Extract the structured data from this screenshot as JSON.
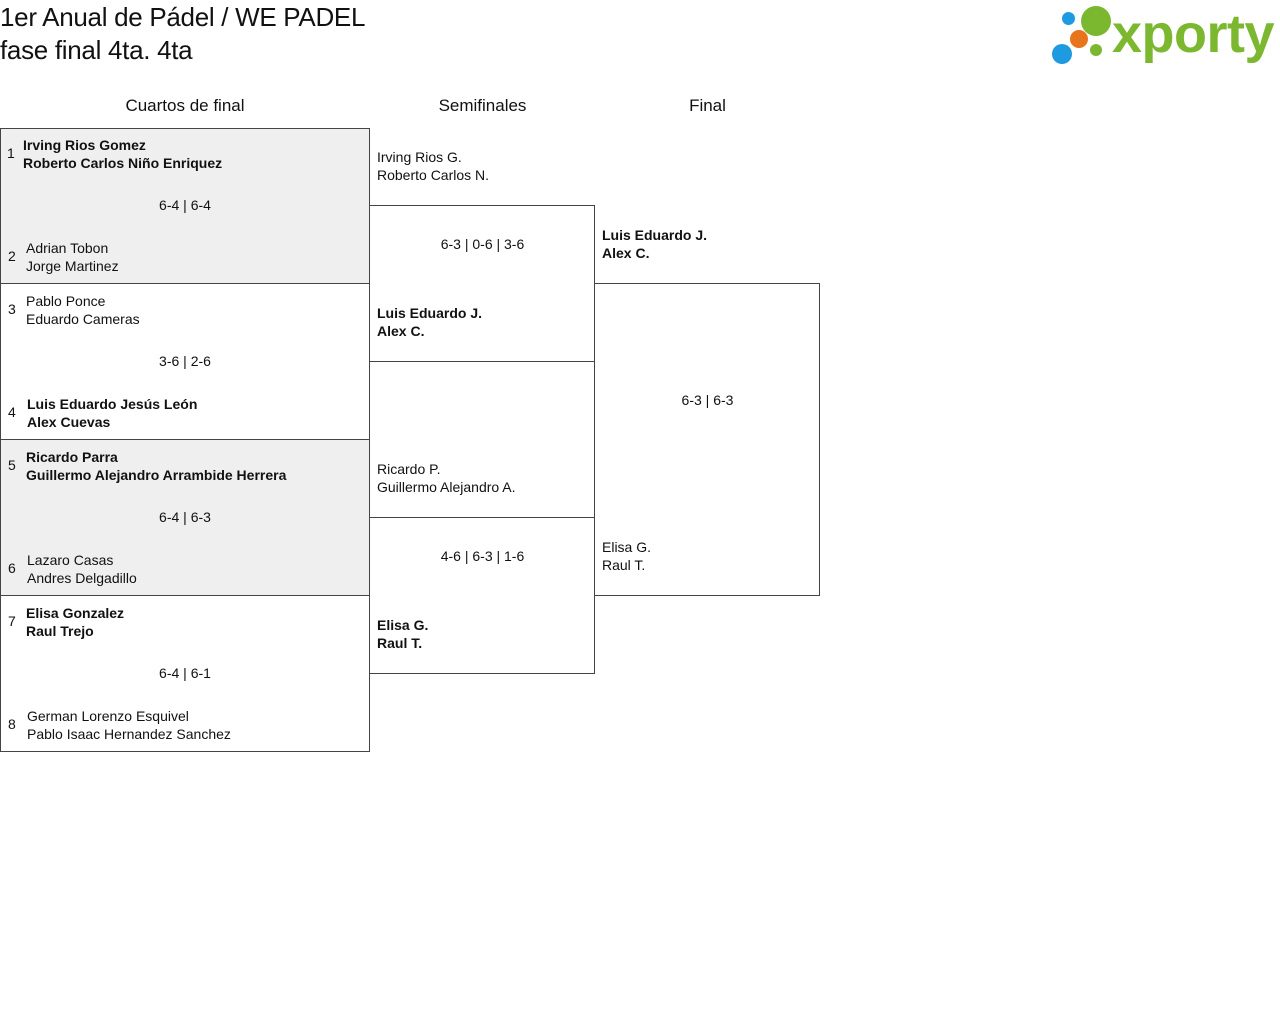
{
  "header": {
    "title_line1": "1er Anual de Pádel / WE PADEL",
    "title_line2": "fase final 4ta. 4ta",
    "logo_text": "xporty",
    "logo_colors": {
      "text": "#7cb82f",
      "blue": "#1e9be0",
      "orange": "#e8741c",
      "green": "#7cb82f"
    }
  },
  "columns": {
    "quarters": "Cuartos de final",
    "semis": "Semifinales",
    "final": "Final"
  },
  "quarterfinals": [
    {
      "top": {
        "seed": "1",
        "p1": "Irving Rios Gomez",
        "p2": "Roberto Carlos Niño Enriquez",
        "winner": true
      },
      "bottom": {
        "seed": "2",
        "p1": "Adrian Tobon",
        "p2": "Jorge Martinez",
        "winner": false
      },
      "score": "6-4 | 6-4",
      "shaded": true
    },
    {
      "top": {
        "seed": "3",
        "p1": "Pablo Ponce",
        "p2": "Eduardo Cameras",
        "winner": false
      },
      "bottom": {
        "seed": "4",
        "p1": "Luis Eduardo Jesús León",
        "p2": "Alex Cuevas",
        "winner": true
      },
      "score": "3-6 | 2-6",
      "shaded": false
    },
    {
      "top": {
        "seed": "5",
        "p1": "Ricardo Parra",
        "p2": "Guillermo Alejandro Arrambide Herrera",
        "winner": true
      },
      "bottom": {
        "seed": "6",
        "p1": "Lazaro Casas",
        "p2": "Andres Delgadillo",
        "winner": false
      },
      "score": "6-4 | 6-3",
      "shaded": true
    },
    {
      "top": {
        "seed": "7",
        "p1": "Elisa Gonzalez",
        "p2": "Raul Trejo",
        "winner": true
      },
      "bottom": {
        "seed": "8",
        "p1": "German Lorenzo Esquivel",
        "p2": "Pablo Isaac Hernandez Sanchez",
        "winner": false
      },
      "score": "6-4 | 6-1",
      "shaded": false
    }
  ],
  "semifinals": [
    {
      "top": {
        "p1": "Irving Rios G.",
        "p2": "Roberto Carlos N.",
        "winner": false
      },
      "bottom": {
        "p1": "Luis Eduardo J.",
        "p2": "Alex C.",
        "winner": true
      },
      "score": "6-3 | 0-6 | 3-6"
    },
    {
      "top": {
        "p1": "Ricardo P.",
        "p2": "Guillermo Alejandro A.",
        "winner": false
      },
      "bottom": {
        "p1": "Elisa G.",
        "p2": "Raul T.",
        "winner": true
      },
      "score": "4-6 | 6-3 | 1-6"
    }
  ],
  "final": {
    "top": {
      "p1": "Luis Eduardo J.",
      "p2": "Alex C.",
      "winner": true
    },
    "bottom": {
      "p1": "Elisa G.",
      "p2": "Raul T.",
      "winner": false
    },
    "score": "6-3 | 6-3"
  }
}
